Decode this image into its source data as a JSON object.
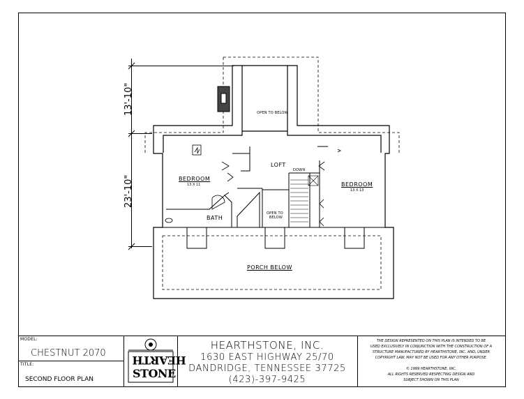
{
  "plan": {
    "dimensions": {
      "upper": "13'-10\"",
      "lower": "23'-10\""
    },
    "rooms": {
      "open_to_below_top": "OPEN TO BELOW",
      "loft": "LOFT",
      "down": "DOWN",
      "bedroom_left": "BEDROOM",
      "bedroom_left_size": "13 X 11",
      "bedroom_right": "BEDROOM",
      "bedroom_right_size": "13 X 13",
      "open_to_below_center_1": "OPEN TO",
      "open_to_below_center_2": "BELOW",
      "bath": "BATH",
      "porch_below": "PORCH BELOW"
    }
  },
  "title_block": {
    "model_label": "MODEL:",
    "model_value": "CHESTNUT 2070",
    "title_label": "TITLE:",
    "title_value": "SECOND FLOOR PLAN",
    "company_name": "HEARTHSTONE, INC.",
    "address_1": "1630 EAST HIGHWAY 25/70",
    "address_2": "DANDRIDGE, TENNESSEE  37725",
    "phone": "(423)-397-9425",
    "logo_text_top": "HEARTH",
    "logo_text_bottom": "STONE",
    "notice_lines": [
      "THE DESIGN REPRESENTED ON THIS PLAN IS INTENDED TO BE",
      "USED EXCLUSIVELY IN CONJUNCTION WITH THE CONSTRUCTION OF A",
      "STRUCTURE MANUFACTURED BY HEARTHSTONE, INC. AND, UNDER",
      "COPYRIGHT LAW, MAY NOT BE USED FOR ANY OTHER PURPOSE."
    ],
    "copyright_lines": [
      "© 1999 HEARTHSTONE, INC.",
      "ALL RIGHTS RESERVED RESPECTING DESIGN AND",
      "SUBJECT SHOWN ON THIS PLAN"
    ]
  }
}
